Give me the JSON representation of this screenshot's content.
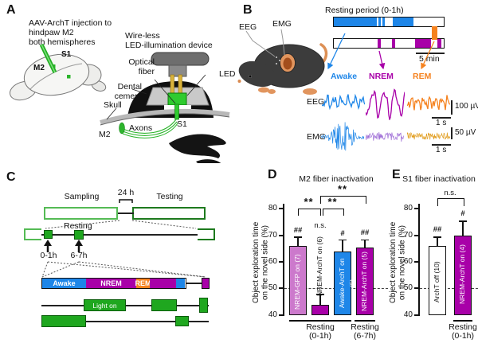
{
  "panel_a": {
    "label": "A",
    "note_lines": [
      "AAV-ArchT injection to",
      "hindpaw M2",
      "both hemispheres"
    ],
    "brain": {
      "s1": "S1",
      "m2": "M2"
    },
    "device_title_lines": [
      "Wire-less",
      "LED-illumination device"
    ],
    "device": {
      "optical_fiber_lines": [
        "Optical",
        "fiber"
      ],
      "led": "LED",
      "dental_cement_lines": [
        "Dental",
        "cement"
      ],
      "skull": "Skull",
      "m2": "M2",
      "axons": "Axons",
      "s1": "S1"
    }
  },
  "panel_b": {
    "label": "B",
    "eeg_electrode": "EEG",
    "emg_electrode": "EMG",
    "resting_title": "Resting period (0-1h)",
    "scale_time": "5 min",
    "states": {
      "awake": "Awake",
      "nrem": "NREM",
      "rem": "REM"
    },
    "rows": {
      "eeg": "EEG",
      "emg": "EMG"
    },
    "scales": {
      "eeg_amp": "100 µV",
      "eeg_time": "1 s",
      "emg_amp": "50 µV",
      "emg_time": "1 s"
    }
  },
  "panel_c": {
    "label": "C",
    "sampling": "Sampling",
    "interval": "24 h",
    "testing": "Testing",
    "resting": "Resting",
    "time1": "0-1h",
    "time2": "6-7h",
    "hypnogram": {
      "awake": "Awake",
      "nrem": "NREM",
      "rem": "REM"
    },
    "light_on": "Light on"
  },
  "panel_d": {
    "label": "D",
    "title": "M2 fiber inactivation",
    "ylabel_lines": [
      "Object exploration time",
      "on the novel side (%)"
    ],
    "yticks": [
      "80",
      "70",
      "60",
      "50",
      "40"
    ],
    "bars": [
      {
        "label": "NREM-GFP on (7)",
        "mark": "##"
      },
      {
        "label": "NREM-ArchT on (6)",
        "mark": "n.s."
      },
      {
        "label": "Awake-ArchT on (5)",
        "mark": "#"
      },
      {
        "label": "NREM-ArchT on (5)",
        "mark": "##"
      }
    ],
    "sig": {
      "s12": "**",
      "s23": "**",
      "s24": "**"
    },
    "groups": [
      {
        "line1": "Resting",
        "line2": "(0-1h)"
      },
      {
        "line1": "Resting",
        "line2": "(6-7h)"
      }
    ]
  },
  "panel_e": {
    "label": "E",
    "title": "S1 fiber inactivation",
    "ylabel_lines": [
      "Object exploration time",
      "on the novel side (%)"
    ],
    "yticks": [
      "80",
      "70",
      "60",
      "50",
      "40"
    ],
    "bars": [
      {
        "label": "ArchT off (10)",
        "mark": "##"
      },
      {
        "label": "NREM-ArchT on (4)",
        "mark": "#"
      }
    ],
    "sig": {
      "s12": "n.s."
    },
    "groups": [
      {
        "line1": "Resting",
        "line2": "(0-1h)"
      }
    ]
  },
  "chart_data": [
    {
      "type": "bar",
      "title": "M2 fiber inactivation",
      "ylabel": "Object exploration time on the novel side (%)",
      "ylim": [
        40,
        80
      ],
      "categories": [
        "NREM-GFP on (7)",
        "NREM-ArchT on (6)",
        "Awake-ArchT on (5)",
        "NREM-ArchT on (5)"
      ],
      "values": [
        66,
        44,
        64,
        65.5
      ],
      "errors_upper": [
        3.5,
        4,
        4.5,
        3
      ],
      "bar_colors": [
        "#CC79CC",
        "#A800A8",
        "#1E86E8",
        "#A800A8"
      ],
      "reference_line": 50,
      "group_labels": [
        "Resting (0-1h)",
        "Resting (0-1h)",
        "Resting (0-1h)",
        "Resting (6-7h)"
      ],
      "annotations": [
        "##",
        "n.s.",
        "#",
        "##"
      ],
      "significance": [
        {
          "between": [
            0,
            1
          ],
          "label": "**"
        },
        {
          "between": [
            1,
            2
          ],
          "label": "**"
        },
        {
          "between": [
            1,
            3
          ],
          "label": "**"
        }
      ]
    },
    {
      "type": "bar",
      "title": "S1 fiber inactivation",
      "ylabel": "Object exploration time on the novel side (%)",
      "ylim": [
        40,
        80
      ],
      "categories": [
        "ArchT off (10)",
        "NREM-ArchT on (4)"
      ],
      "values": [
        66,
        70
      ],
      "errors_upper": [
        3.5,
        5.5
      ],
      "bar_colors": [
        "#FFFFFF",
        "#A800A8"
      ],
      "reference_line": 50,
      "group_labels": [
        "",
        "Resting (0-1h)"
      ],
      "annotations": [
        "##",
        "#"
      ],
      "significance": [
        {
          "between": [
            0,
            1
          ],
          "label": "n.s."
        }
      ]
    }
  ]
}
